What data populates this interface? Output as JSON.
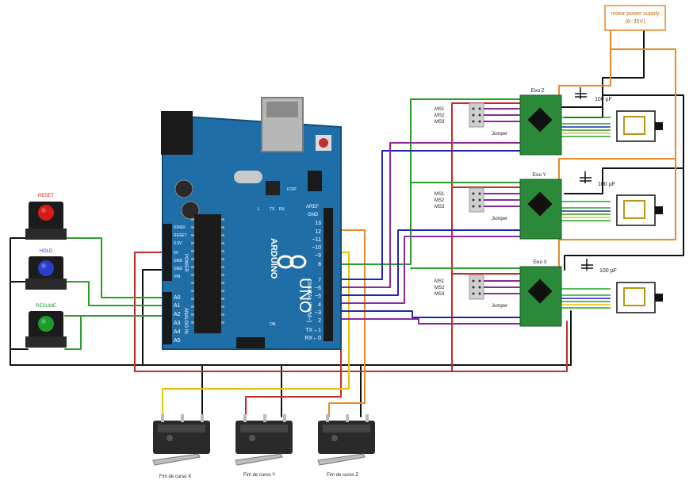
{
  "colors": {
    "green": "#2aa02a",
    "orange": "#e8892a",
    "red": "#c8282a",
    "black": "#111111",
    "blue": "#2424b0",
    "purple": "#8a2a9a",
    "yellow": "#e8c20a",
    "board": "#1f6ea8",
    "driver": "#2a8a3a"
  },
  "power_supply": {
    "title": "motor power supply",
    "range": "(8~35V)"
  },
  "buttons": [
    {
      "label": "RESET",
      "color": "#d41c1c"
    },
    {
      "label": "HOLD",
      "color": "#2a3ec8"
    },
    {
      "label": "RESUME",
      "color": "#1e9a2e"
    }
  ],
  "arduino": {
    "brand": "ARDUINO",
    "model": "UNO",
    "digital_header": "DIGITAL (PWM~)",
    "analog_header": "ANALOG IN",
    "power_header": "POWER",
    "top_pins": [
      "AREF",
      "GND"
    ],
    "digital_pins": [
      "13",
      "12",
      "~11",
      "~10",
      "~9",
      "8",
      "7",
      "~6",
      "~5",
      "4",
      "~3",
      "2",
      "TX→1",
      "RX←0"
    ],
    "power_pins": [
      "IOREF",
      "RESET",
      "3.3V",
      "5V",
      "GND",
      "GND",
      "VIN"
    ],
    "analog_pins": [
      "A0",
      "A1",
      "A2",
      "A3",
      "A4",
      "A5"
    ],
    "misc_labels": [
      "ON",
      "L",
      "TX",
      "RX",
      "ICSP"
    ]
  },
  "drivers": [
    {
      "axis": "Eixo Z",
      "ms": [
        "MS1",
        "MS2",
        "MS3"
      ],
      "jumper": "Jumper",
      "capacitor": "100 µF"
    },
    {
      "axis": "Eixo Y",
      "ms": [
        "MS1",
        "MS2",
        "MS3"
      ],
      "jumper": "Jumper",
      "capacitor": "100 µF"
    },
    {
      "axis": "Eixo X",
      "ms": [
        "MS1",
        "MS2",
        "MS3"
      ],
      "jumper": "Jumper",
      "capacitor": "100 µF"
    }
  ],
  "limit_switches": [
    {
      "label": "Fim de curso X"
    },
    {
      "label": "Fim de curso Y"
    },
    {
      "label": "Fim de curso Z"
    }
  ]
}
